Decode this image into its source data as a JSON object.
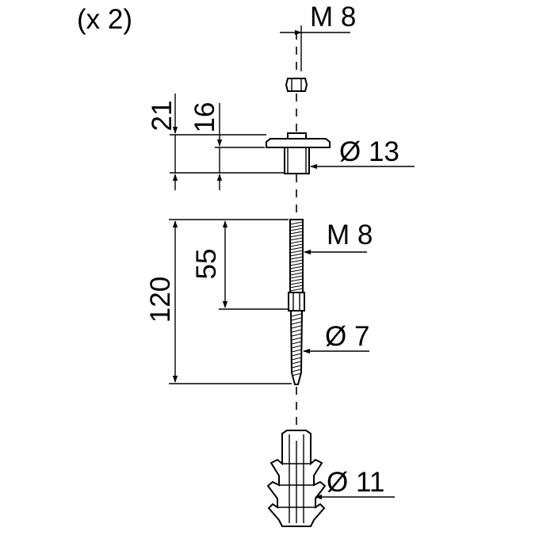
{
  "quantity_note": "(x 2)",
  "nut": {
    "thread_label": "M 8"
  },
  "washer": {
    "total_height": "21",
    "sleeve_height": "16",
    "diameter_label": "Ø 13"
  },
  "bolt": {
    "total_length": "120",
    "thread_length": "55",
    "thread_label": "M 8",
    "shank_diameter_label": "Ø 7"
  },
  "wall_plug": {
    "diameter_label": "Ø 11"
  },
  "colors": {
    "line": "#000000",
    "background": "#ffffff"
  }
}
